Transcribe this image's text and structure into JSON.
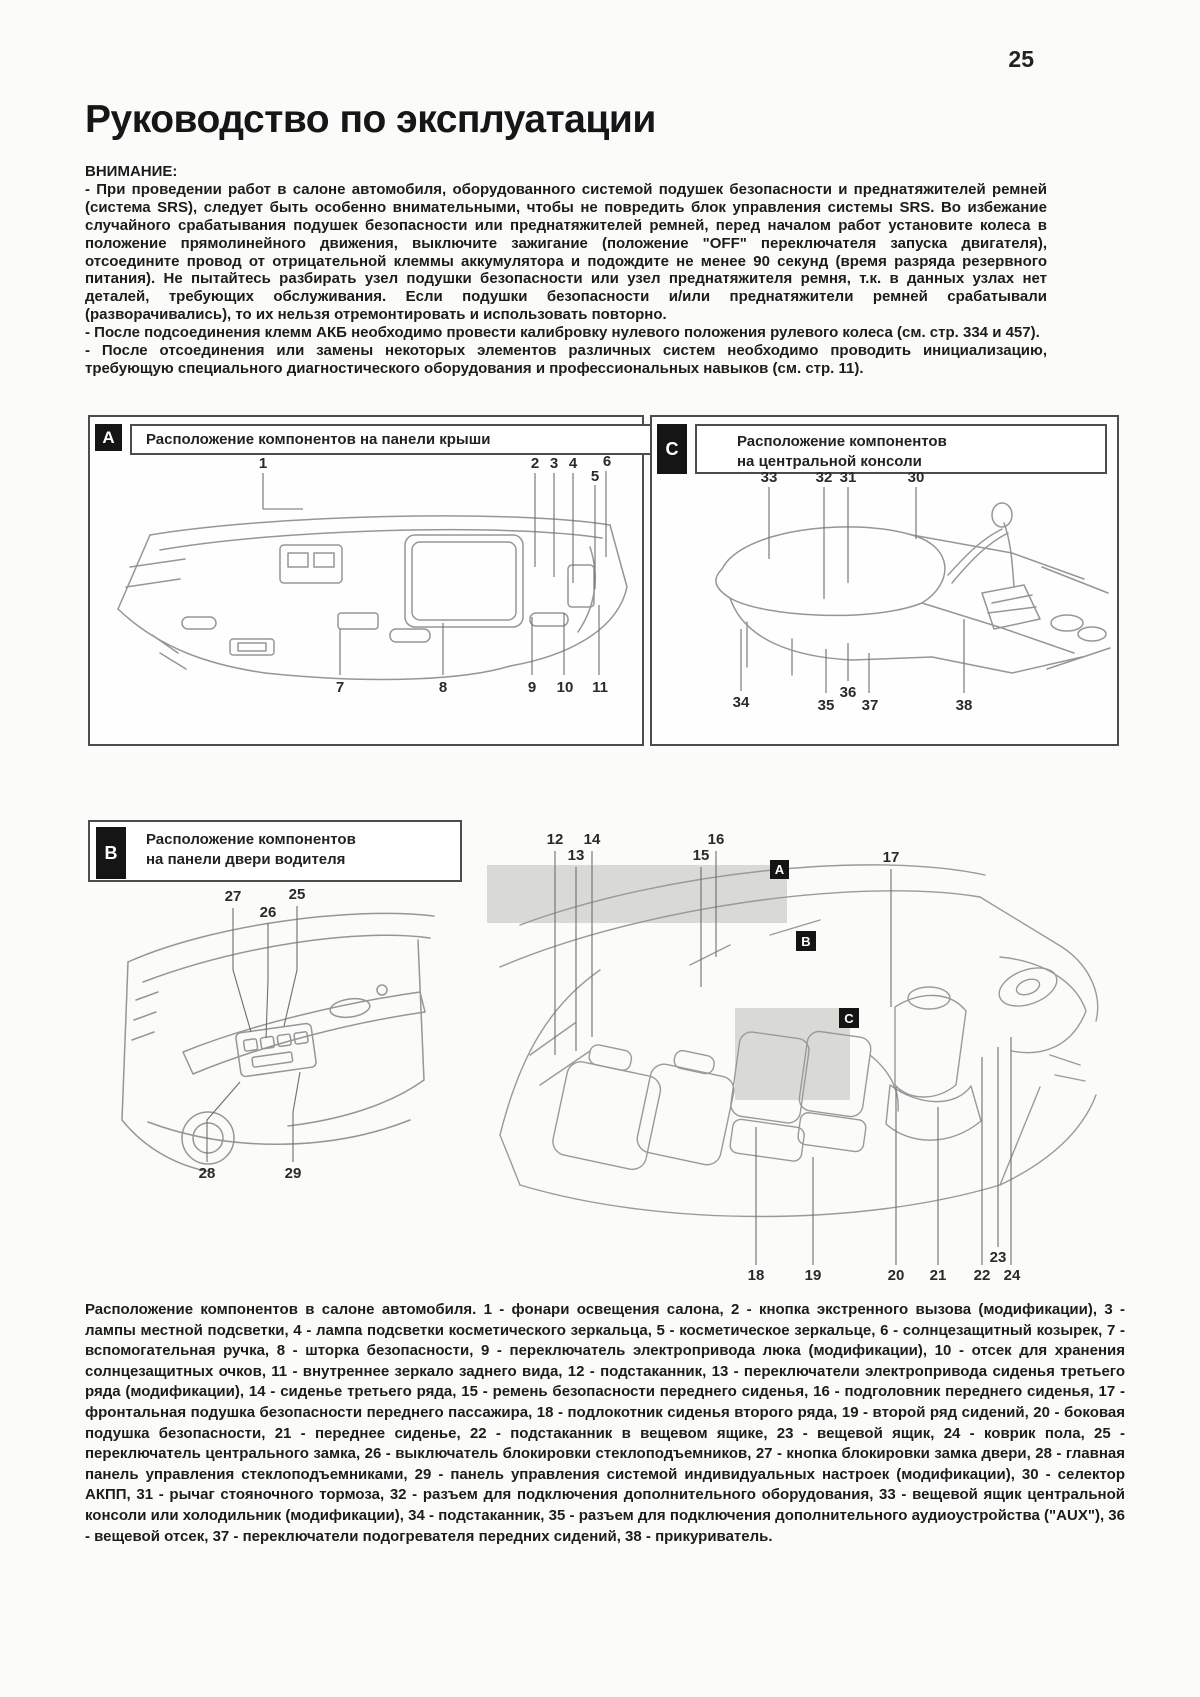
{
  "page": {
    "number": "25",
    "title": "Руководство по эксплуатации"
  },
  "warning": {
    "heading": "ВНИМАНИЕ:",
    "p1": "- При проведении работ в салоне автомобиля, оборудованного системой подушек безопасности и преднатяжителей ремней (система SRS), следует быть особенно внимательными, чтобы не повредить блок управления системы SRS. Во избежание случайного срабатывания подушек безопасности или преднатяжителей ремней, перед началом работ установите колеса в положение прямолинейного движения, выключите зажигание (положение \"OFF\" переключателя запуска двигателя), отсоедините провод от отрицательной клеммы аккумулятора и подождите не менее 90 секунд (время разряда резервного питания). Не пытайтесь разбирать узел подушки безопасности или узел преднатяжителя ремня, т.к. в данных узлах нет деталей, требующих обслуживания. Если подушки безопасности и/или преднатяжители ремней срабатывали (разворачивались), то их нельзя отремонтировать и использовать повторно.",
    "p2": "- После подсоединения клемм АКБ необходимо провести калибровку нулевого положения рулевого колеса (см. стр. 334 и 457).",
    "p3": "- После отсоединения или замены некоторых элементов различных систем необходимо проводить инициализацию, требующую специального диагностического оборудования и профессиональных навыков (см. стр. 11)."
  },
  "panel_a": {
    "letter": "A",
    "title": "Расположение компонентов на панели крыши",
    "callouts": [
      "1",
      "2",
      "3",
      "4",
      "5",
      "6",
      "7",
      "8",
      "9",
      "10",
      "11"
    ]
  },
  "panel_c": {
    "letter": "C",
    "title_line1": "Расположение компонентов",
    "title_line2": "на центральной консоли",
    "callouts": [
      "33",
      "32",
      "31",
      "30",
      "34",
      "35",
      "36",
      "37",
      "38"
    ]
  },
  "panel_b": {
    "letter": "B",
    "title_line1": "Расположение компонентов",
    "title_line2": "на панели двери водителя",
    "callouts": [
      "27",
      "26",
      "25",
      "28",
      "29"
    ]
  },
  "interior": {
    "marker_a": "A",
    "marker_b": "B",
    "marker_c": "C",
    "callouts": [
      "12",
      "13",
      "14",
      "15",
      "16",
      "17",
      "18",
      "19",
      "20",
      "21",
      "22",
      "23",
      "24"
    ]
  },
  "caption": "Расположение компонентов в салоне автомобиля. 1 - фонари освещения салона, 2 - кнопка экстренного вызова (модификации), 3 - лампы местной подсветки, 4 - лампа подсветки косметического зеркальца, 5 - косметическое зеркальце, 6 - солнцезащитный козырек, 7 - вспомогательная ручка, 8 - шторка безопасности, 9 - переключатель электропривода люка (модификации), 10 - отсек для хранения солнцезащитных очков, 11 - внутреннее зеркало заднего вида, 12 - подстаканник, 13 - переключатели электропривода сиденья третьего ряда (модификации), 14 - сиденье третьего ряда, 15 - ремень безопасности переднего сиденья, 16 - подголовник переднего сиденья, 17 - фронтальная подушка безопасности переднего пассажира, 18 - подлокотник сиденья второго ряда, 19 - второй ряд сидений, 20 - боковая подушка безопасности, 21 - переднее сиденье, 22 - подстаканник в вещевом ящике, 23 - вещевой ящик, 24 - коврик пола, 25 - переключатель центрального замка, 26 - выключатель блокировки стеклоподъемников, 27 - кнопка блокировки замка двери, 28 - главная панель управления стеклоподъемниками, 29 - панель управления системой индивидуальных настроек (модификации), 30 - селектор АКПП, 31 - рычаг стояночного тормоза, 32 - разъем для подключения дополнительного оборудования, 33 - вещевой ящик центральной консоли или холодильник (модификации), 34 - подстаканник, 35 - разъем для подключения дополнительного аудиоустройства (\"AUX\"), 36 - вещевой отсек, 37 - переключатели подогревателя передних сидений, 38 - прикуриватель."
}
